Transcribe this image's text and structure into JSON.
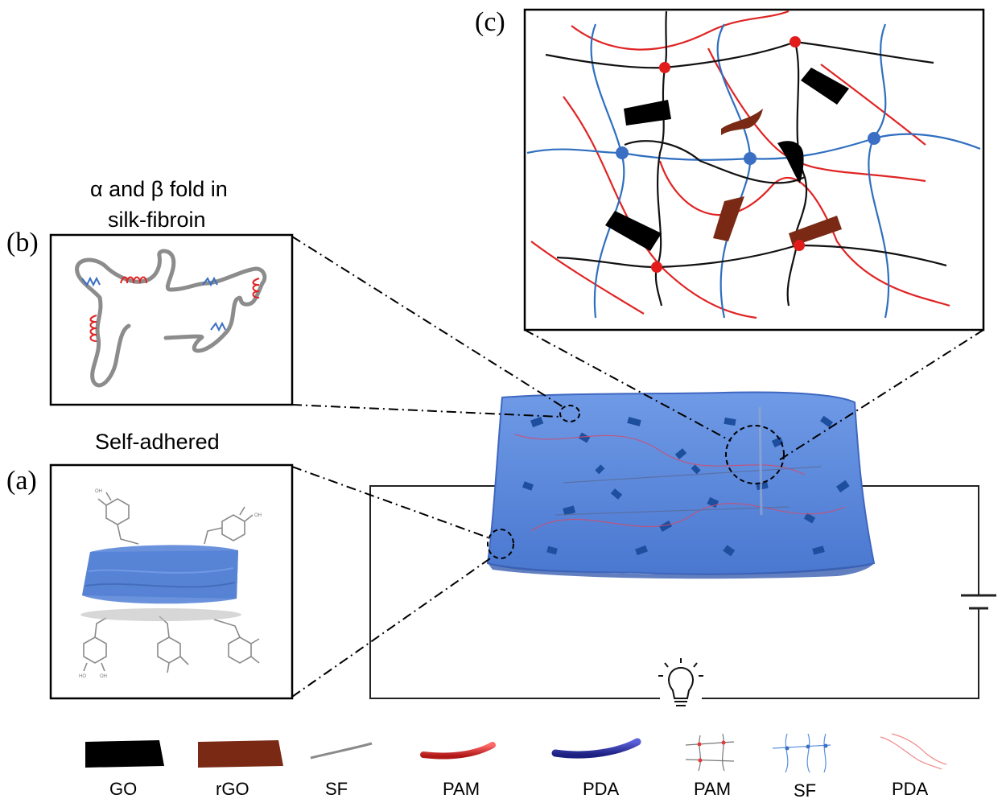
{
  "panels": {
    "a": {
      "letter": "(a)",
      "title": "Self-adhered"
    },
    "b": {
      "letter": "(b)",
      "title_line1": "α and β fold in",
      "title_line2": "silk-fibroin"
    },
    "c": {
      "letter": "(c)"
    }
  },
  "molecule_labels": {
    "oh": "OH",
    "ho": "HO"
  },
  "legend": [
    {
      "key": "go",
      "label": "GO",
      "color": "#000000"
    },
    {
      "key": "rgo",
      "label": "rGO",
      "color": "#7a2a14"
    },
    {
      "key": "sf_line",
      "label": "SF",
      "color": "#8a8a8a"
    },
    {
      "key": "pam_tube",
      "label": "PAM",
      "color": "#d62828"
    },
    {
      "key": "pda_tube",
      "label": "PDA",
      "color": "#2a2fa8"
    },
    {
      "key": "pam_net",
      "label": "PAM",
      "color": "#e23b3b"
    },
    {
      "key": "sf_net",
      "label": "SF",
      "color": "#3a7bd5"
    },
    {
      "key": "pda_net",
      "label": "PDA",
      "color": "#ef8a8a"
    }
  ],
  "colors": {
    "hydrogel": "#4f7fd6",
    "network_black": "#111111",
    "network_blue": "#2f6fc0",
    "network_red": "#e02424",
    "node_red": "#e21b1b",
    "node_blue": "#3a6fc4",
    "go": "#000000",
    "rgo": "#7a2a14"
  }
}
